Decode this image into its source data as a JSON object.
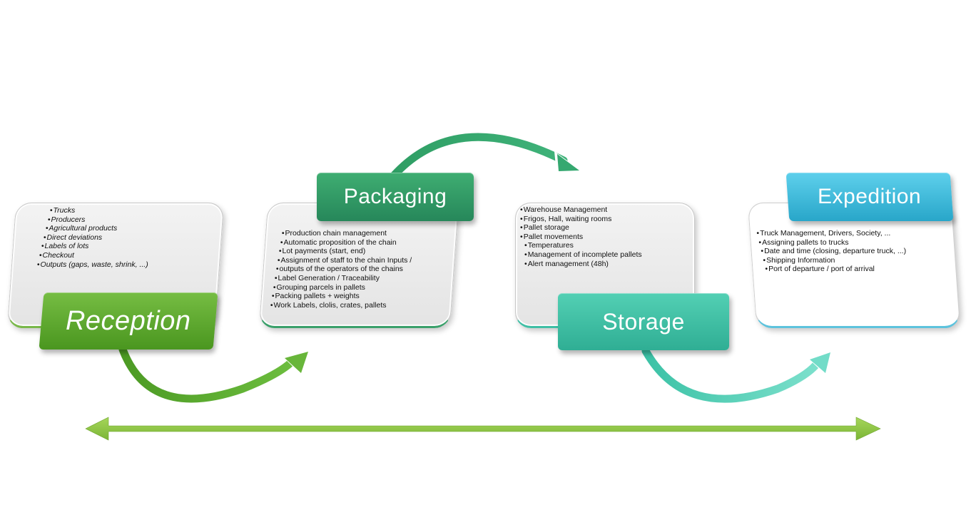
{
  "stages": [
    {
      "id": "reception",
      "title": "Reception",
      "items": [
        "Trucks",
        "Producers",
        "Agricultural products",
        "Direct deviations",
        "Labels of lots",
        "Checkout",
        "Outputs (gaps, waste, shrink, ...)"
      ]
    },
    {
      "id": "packaging",
      "title": "Packaging",
      "items": [
        "Production chain management",
        "Automatic proposition of the chain",
        "Lot payments (start, end)",
        "Assignment of staff to the chain Inputs /",
        "outputs of the operators of the chains",
        "Label Generation / Traceability",
        "Grouping parcels in pallets",
        "Packing pallets + weights",
        "Work Labels, clolis, crates, pallets"
      ]
    },
    {
      "id": "storage",
      "title": "Storage",
      "items": [
        "Warehouse Management",
        "Frigos, Hall, waiting rooms",
        "Pallet storage",
        "Pallet movements",
        "Temperatures",
        "Management of incomplete pallets",
        "Alert management (48h)"
      ]
    },
    {
      "id": "expedition",
      "title": "Expedition",
      "items": [
        "Truck Management, Drivers, Society, ...",
        "Assigning pallets to trucks",
        "Date and time (closing, departure truck, ...)",
        "Shipping Information",
        "Port of departure / port of arrival"
      ]
    }
  ],
  "colors": {
    "reception": "#5aa52b",
    "packaging": "#2e9a63",
    "storage": "#3cc2a6",
    "expedition": "#3cb6dc",
    "timeline": "#8cc63f"
  }
}
